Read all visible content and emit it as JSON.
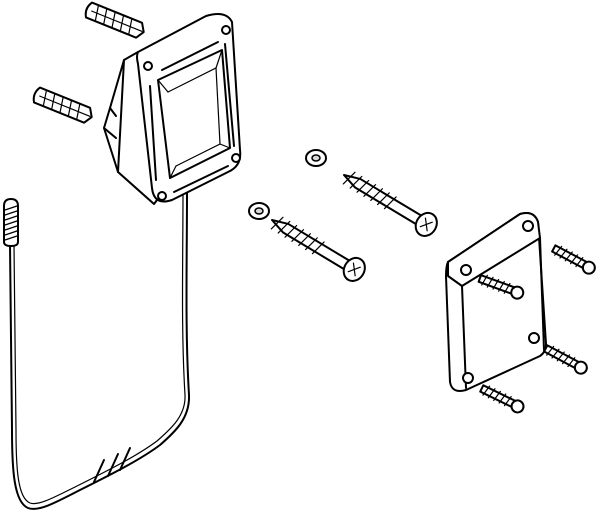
{
  "diagram": {
    "kind": "exploded-assembly-drawing",
    "parts": [
      {
        "id": "wall-plug",
        "count": 2
      },
      {
        "id": "mounting-box",
        "count": 1
      },
      {
        "id": "cable-with-sensor-tip",
        "count": 1
      },
      {
        "id": "washer",
        "count": 2
      },
      {
        "id": "wood-screw",
        "count": 2
      },
      {
        "id": "cover-plate",
        "count": 1
      },
      {
        "id": "cover-screw",
        "count": 4
      }
    ],
    "colors": {
      "stroke": "#000000",
      "fill": "#ffffff",
      "shade": "#d9d9d9"
    }
  }
}
